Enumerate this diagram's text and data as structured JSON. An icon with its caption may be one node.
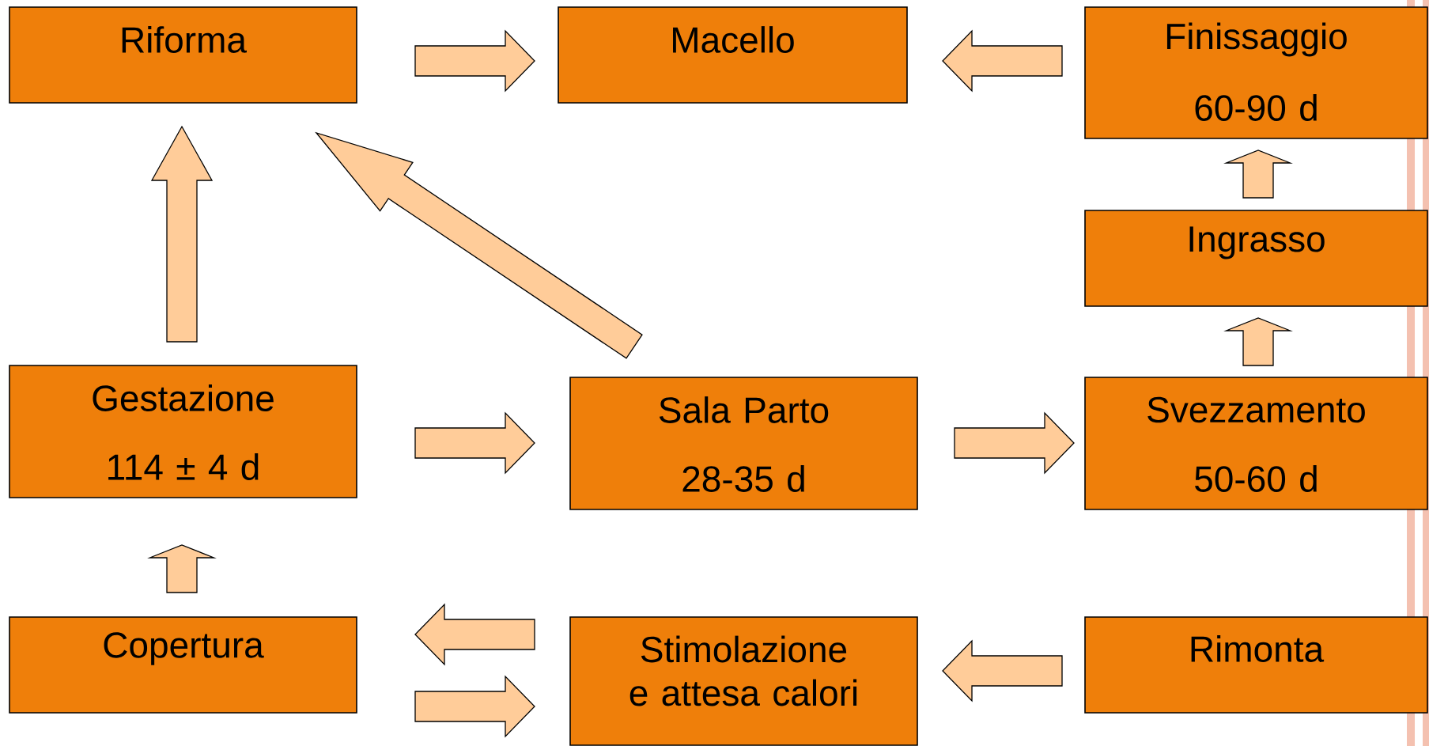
{
  "diagram": {
    "nodes": [
      {
        "text": [
          "Riforma"
        ]
      },
      {
        "text": [
          "Macello"
        ]
      },
      {
        "text": [
          "Finissaggio",
          "60-90 d"
        ]
      },
      {
        "text": [
          "Ingrasso"
        ]
      },
      {
        "text": [
          "Gestazione",
          "114 ± 4 d"
        ]
      },
      {
        "text": [
          "Sala Parto",
          "28-35 d"
        ]
      },
      {
        "text": [
          "Svezzamento",
          "50-60 d"
        ]
      },
      {
        "text": [
          "Copertura"
        ]
      },
      {
        "text": [
          "Stimolazione e attesa calori"
        ]
      },
      {
        "text": [
          "Rimonta"
        ]
      }
    ],
    "edges": [
      {
        "from": 0,
        "to": 1,
        "arrow": "to"
      },
      {
        "from": 2,
        "to": 1,
        "arrow": "to"
      },
      {
        "from": 3,
        "to": 2,
        "arrow": "to"
      },
      {
        "from": 4,
        "to": 0,
        "arrow": "to"
      },
      {
        "from": 5,
        "to": 0,
        "arrow": "to"
      },
      {
        "from": 4,
        "to": 5,
        "arrow": "to"
      },
      {
        "from": 5,
        "to": 6,
        "arrow": "to"
      },
      {
        "from": 6,
        "to": 3,
        "arrow": "to"
      },
      {
        "from": 7,
        "to": 4,
        "arrow": "to"
      },
      {
        "from": 8,
        "to": 7,
        "arrow": "to"
      },
      {
        "from": 7,
        "to": 8,
        "arrow": "to"
      },
      {
        "from": 9,
        "to": 8,
        "arrow": "to"
      }
    ]
  }
}
